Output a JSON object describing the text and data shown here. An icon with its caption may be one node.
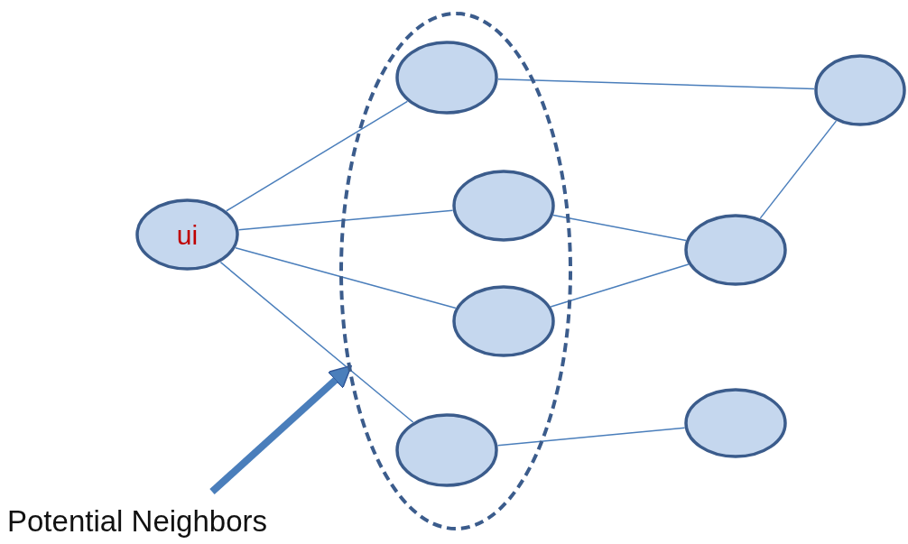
{
  "diagram": {
    "nodes": [
      {
        "text": [
          "ui"
        ]
      },
      {
        "text": [],
        "shape": "ellipse"
      },
      {
        "text": [],
        "shape": "ellipse",
        "in": 1
      },
      {
        "text": [],
        "shape": "ellipse",
        "in": 1
      },
      {
        "text": [],
        "shape": "ellipse",
        "in": 1
      },
      {
        "text": [],
        "shape": "ellipse",
        "in": 1
      },
      {
        "text": [],
        "shape": "ellipse"
      },
      {
        "text": [],
        "shape": "ellipse"
      },
      {
        "text": [],
        "shape": "ellipse"
      },
      {
        "text": [
          "Potential Neighbors"
        ]
      }
    ],
    "edges": [
      {
        "from": 0,
        "to": 2,
        "arrow": "none"
      },
      {
        "from": 0,
        "to": 3,
        "arrow": "none"
      },
      {
        "from": 0,
        "to": 4,
        "arrow": "none"
      },
      {
        "from": 0,
        "to": 5,
        "arrow": "none"
      },
      {
        "from": 2,
        "to": 6,
        "arrow": "none"
      },
      {
        "from": 3,
        "to": 7,
        "arrow": "none"
      },
      {
        "from": 4,
        "to": 7,
        "arrow": "none"
      },
      {
        "from": 7,
        "to": 6,
        "arrow": "none"
      },
      {
        "from": 5,
        "to": 8,
        "arrow": "none"
      },
      {
        "from": 9,
        "to": 1,
        "arrow": "to",
        "style": "thick"
      }
    ]
  }
}
